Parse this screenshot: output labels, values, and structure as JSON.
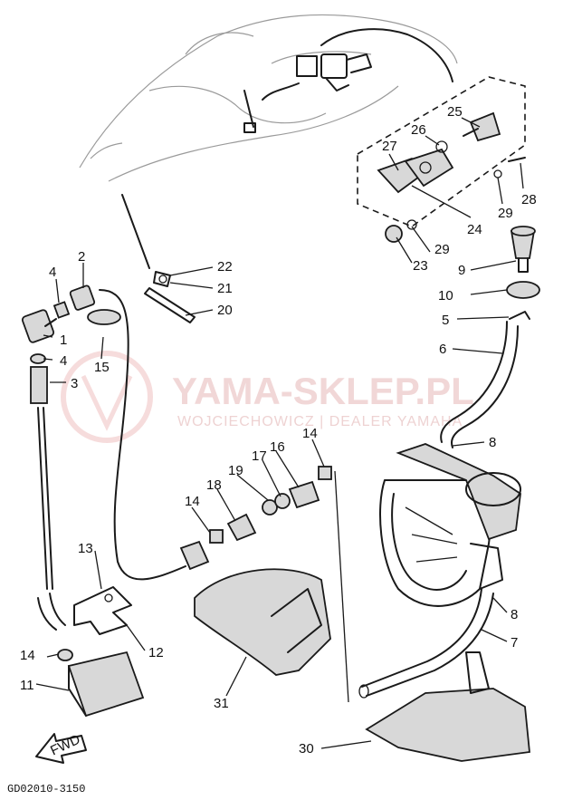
{
  "watermark": {
    "title": "YAMA-SKLEP.PL",
    "subtitle": "WOJCIECHOWICZ | DEALER YAMAHA"
  },
  "drawing_code": "GD02010-3150",
  "fwd_label": "FWD",
  "callouts": [
    "1",
    "2",
    "3",
    "4",
    "4",
    "5",
    "6",
    "7",
    "8",
    "8",
    "9",
    "10",
    "11",
    "12",
    "13",
    "14",
    "14",
    "14",
    "15",
    "16",
    "17",
    "18",
    "19",
    "20",
    "21",
    "22",
    "23",
    "24",
    "25",
    "26",
    "27",
    "28",
    "29",
    "29",
    "30",
    "31"
  ]
}
